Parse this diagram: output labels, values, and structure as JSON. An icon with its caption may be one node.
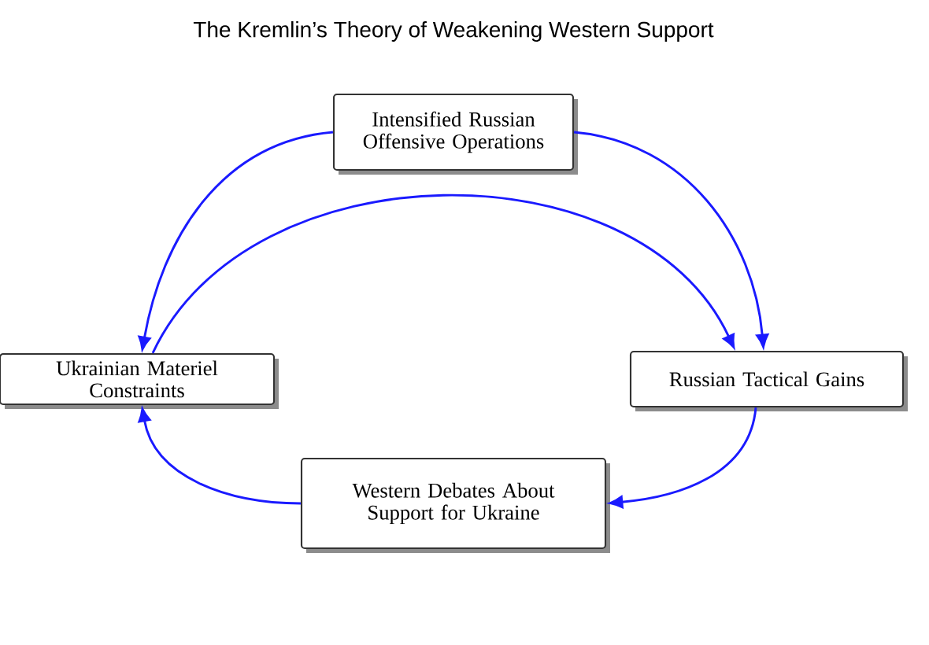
{
  "diagram": {
    "title": "The Kremlin’s Theory of Weakening Western Support",
    "nodes": [
      {
        "text": [
          "Intensified Russian Offensive Operations"
        ]
      },
      {
        "text": [
          "Russian Tactical Gains"
        ]
      },
      {
        "text": [
          "Western Debates About Support for Ukraine"
        ]
      },
      {
        "text": [
          "Ukrainian Materiel Constraints"
        ]
      }
    ],
    "edges": [
      {
        "from": 0,
        "to": 1,
        "arrow": "to"
      },
      {
        "from": 0,
        "to": 3,
        "arrow": "to"
      },
      {
        "from": 3,
        "to": 1,
        "arrow": "to"
      },
      {
        "from": 1,
        "to": 2,
        "arrow": "to"
      },
      {
        "from": 2,
        "to": 3,
        "arrow": "to"
      }
    ]
  }
}
